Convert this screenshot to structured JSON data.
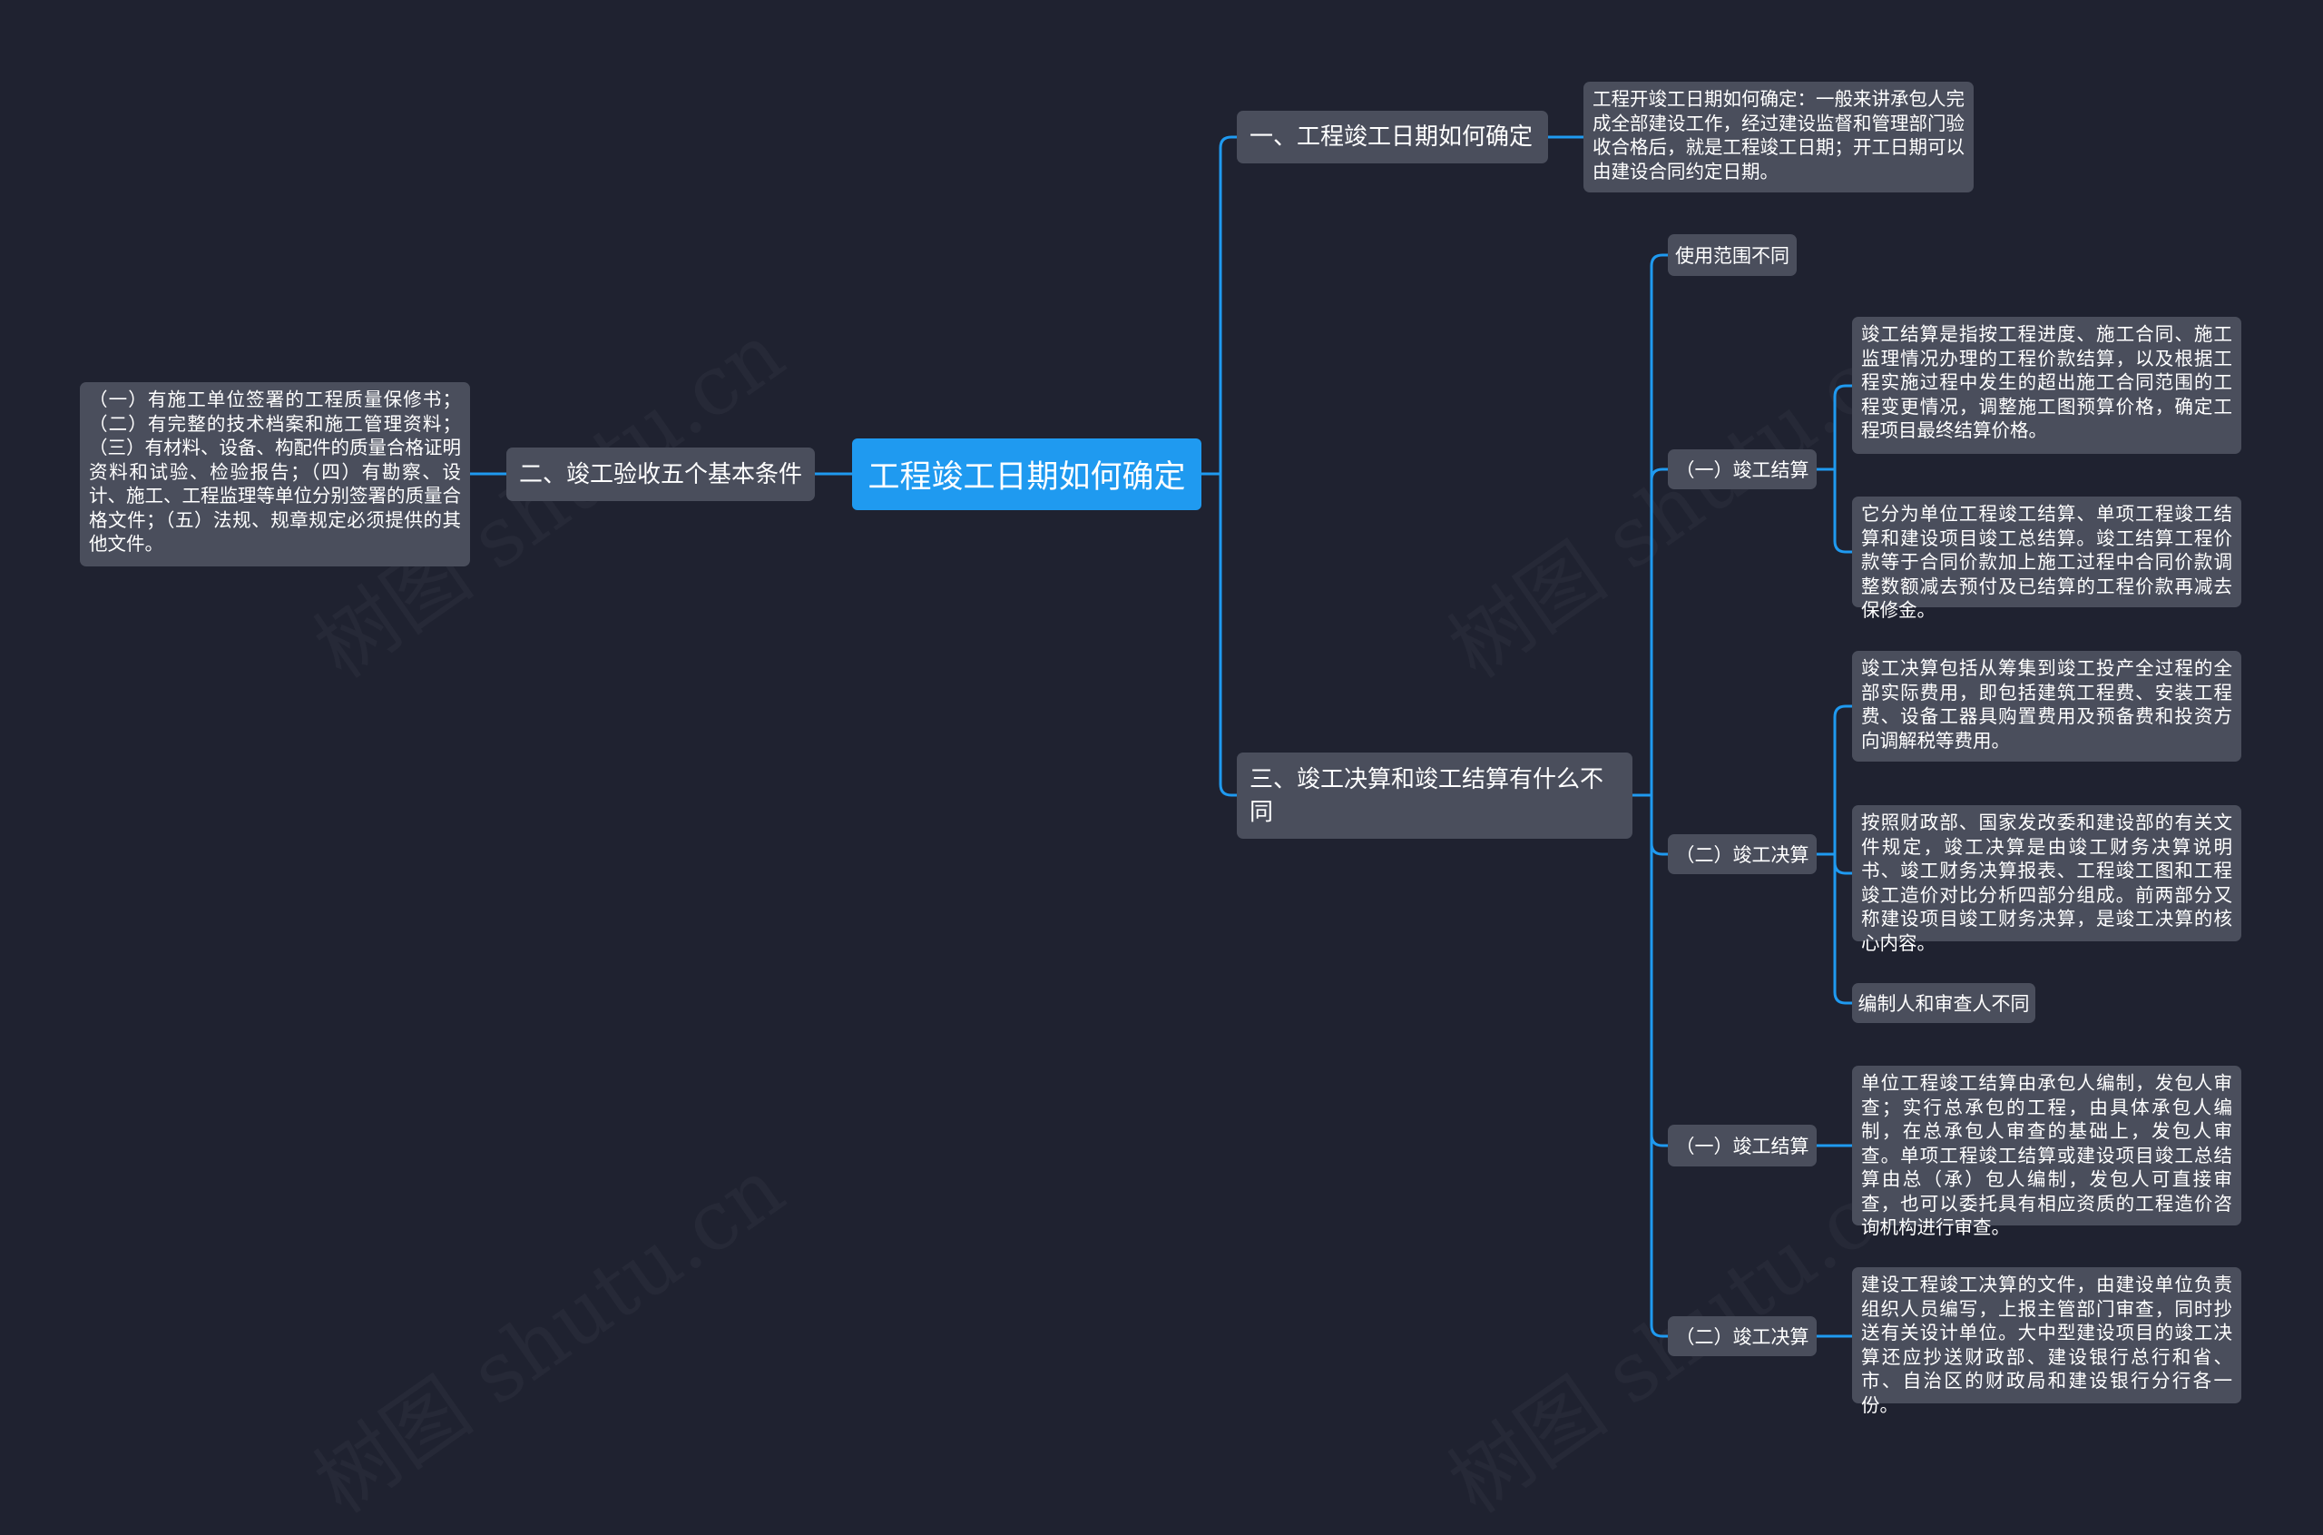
{
  "root": {
    "label": "工程竣工日期如何确定"
  },
  "branches": {
    "one": {
      "label": "一、工程竣工日期如何确定",
      "text": "工程开竣工日期如何确定：一般来讲承包人完成全部建设工作，经过建设监督和管理部门验收合格后，就是工程竣工日期；开工日期可以由建设合同约定日期。"
    },
    "two": {
      "label": "二、竣工验收五个基本条件",
      "text": "（一）有施工单位签署的工程质量保修书；（二）有完整的技术档案和施工管理资料；（三）有材料、设备、构配件的质量合格证明资料和试验、检验报告；（四）有勘察、设计、施工、工程监理等单位分别签署的质量合格文件；（五）法规、规章规定必须提供的其他文件。"
    },
    "three": {
      "label": "三、竣工决算和竣工结算有什么不同",
      "children": [
        {
          "label": "使用范围不同"
        },
        {
          "label": "（一）竣工结算",
          "texts": [
            "竣工结算是指按工程进度、施工合同、施工监理情况办理的工程价款结算，以及根据工程实施过程中发生的超出施工合同范围的工程变更情况，调整施工图预算价格，确定工程项目最终结算价格。",
            "它分为单位工程竣工结算、单项工程竣工结算和建设项目竣工总结算。竣工结算工程价款等于合同价款加上施工过程中合同价款调整数额减去预付及已结算的工程价款再减去保修金。"
          ]
        },
        {
          "label": "（二）竣工决算",
          "texts": [
            "竣工决算包括从筹集到竣工投产全过程的全部实际费用，即包括建筑工程费、安装工程费、设备工器具购置费用及预备费和投资方向调解税等费用。",
            "按照财政部、国家发改委和建设部的有关文件规定，竣工决算是由竣工财务决算说明书、竣工财务决算报表、工程竣工图和工程竣工造价对比分析四部分组成。前两部分又称建设项目竣工财务决算，是竣工决算的核心内容。",
            "编制人和审查人不同"
          ]
        },
        {
          "label": "（一）竣工结算",
          "texts": [
            "单位工程竣工结算由承包人编制，发包人审查；实行总承包的工程，由具体承包人编制，在总承包人审查的基础上，发包人审查。单项工程竣工结算或建设项目竣工总结算由总（承）包人编制，发包人可直接审查，也可以委托具有相应资质的工程造价咨询机构进行审查。"
          ]
        },
        {
          "label": "（二）竣工决算",
          "texts": [
            "建设工程竣工决算的文件，由建设单位负责组织人员编写，上报主管部门审查，同时抄送有关设计单位。大中型建设项目的竣工决算还应抄送财政部、建设银行总行和省、市、自治区的财政局和建设银行分行各一份。"
          ]
        }
      ]
    }
  },
  "colors": {
    "background": "#1f2230",
    "accent": "#1f9af0",
    "node": "#4a4e5c"
  }
}
